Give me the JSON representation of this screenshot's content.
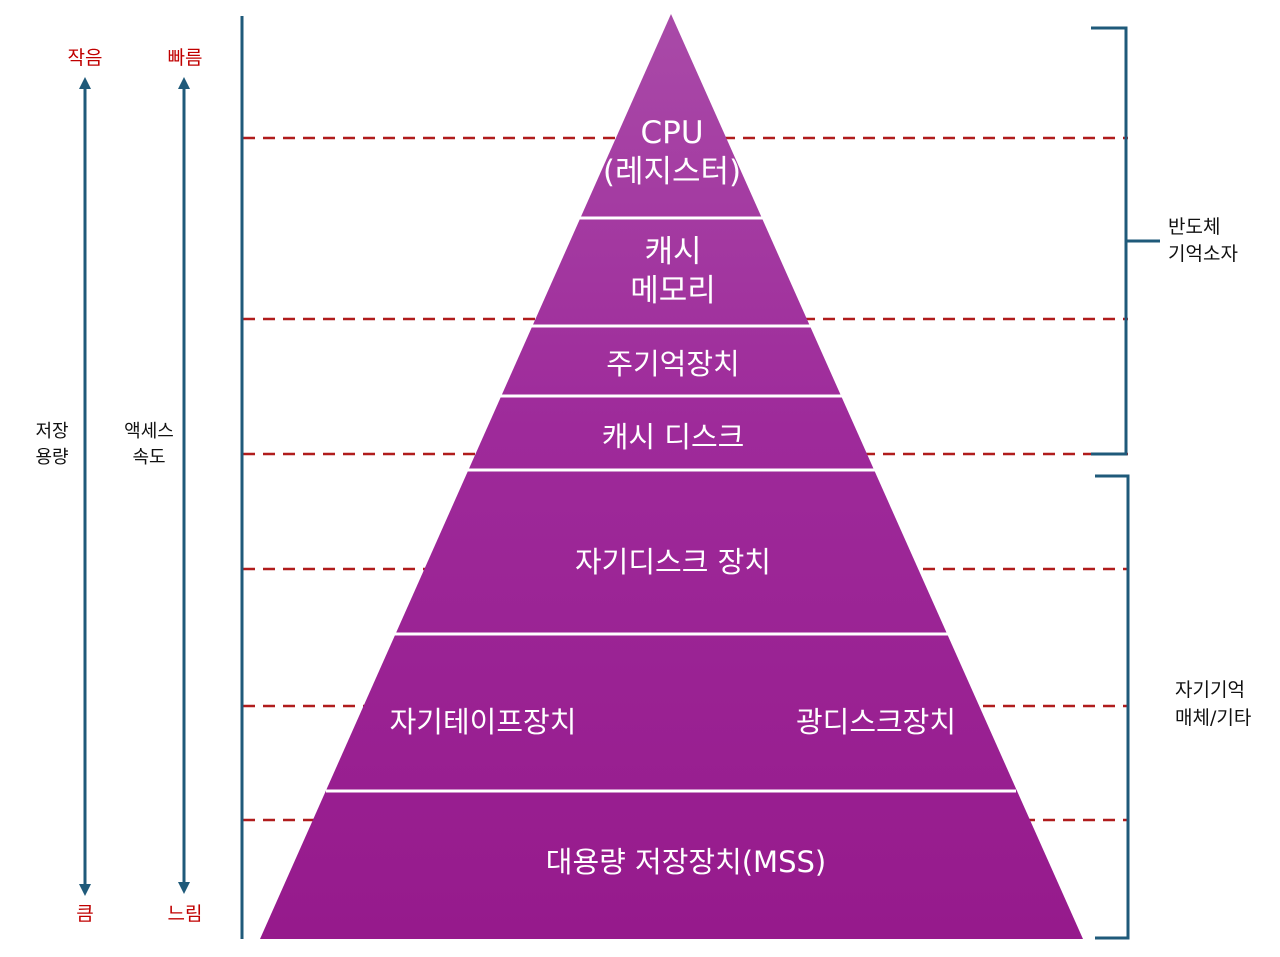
{
  "colors": {
    "pyramid_top": "#a94aa8",
    "pyramid_bottom": "#961a8c",
    "dashed_line": "#b01c1c",
    "arrow_bracket": "#1f5a7a",
    "red_label": "#c00000"
  },
  "left_axes": {
    "capacity": {
      "top_label": "작음",
      "bottom_label": "큼",
      "middle_line1": "저장",
      "middle_line2": "용량"
    },
    "speed": {
      "top_label": "빠름",
      "bottom_label": "느림",
      "middle_line1": "액세스",
      "middle_line2": "속도"
    }
  },
  "tiers": {
    "cpu_line1": "CPU",
    "cpu_line2": "(레지스터)",
    "cache_line1": "캐시",
    "cache_line2": "메모리",
    "main_memory": "주기억장치",
    "disk_cache": "캐시 디스크",
    "magnetic_disk": "자기디스크 장치",
    "magnetic_tape": "자기테이프장치",
    "optical_disk": "광디스크장치",
    "mass_storage": "대용량 저장장치(MSS)"
  },
  "right_groups": {
    "semiconductor_line1": "반도체",
    "semiconductor_line2": "기억소자",
    "magnetic_line1": "자기기억",
    "magnetic_line2": "매체/기타"
  }
}
